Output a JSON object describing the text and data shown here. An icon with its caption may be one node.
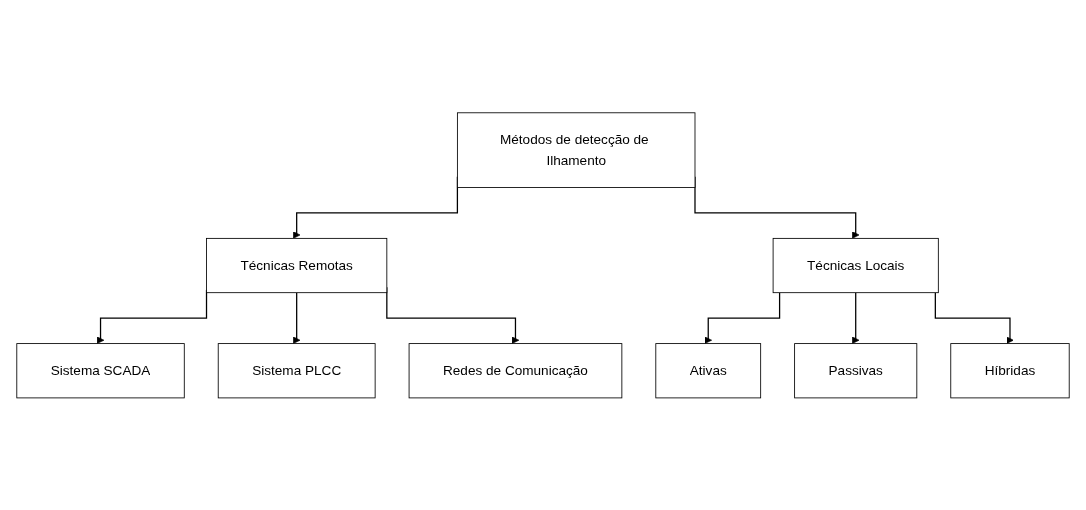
{
  "diagram": {
    "nodes": [
      {
        "text": [
          "Métodos de detecção de Ilhamento"
        ]
      },
      {
        "text": [
          "Técnicas Remotas"
        ]
      },
      {
        "text": [
          "Técnicas Locais"
        ]
      },
      {
        "text": [
          "Sistema SCADA"
        ]
      },
      {
        "text": [
          "Sistema PLCC"
        ]
      },
      {
        "text": [
          "Redes de Comunicação"
        ]
      },
      {
        "text": [
          "Ativas"
        ]
      },
      {
        "text": [
          "Passivas"
        ]
      },
      {
        "text": [
          "Híbridas"
        ]
      }
    ],
    "edges": [
      {
        "from": 0,
        "to": 1,
        "arrow": "to"
      },
      {
        "from": 0,
        "to": 2,
        "arrow": "to"
      },
      {
        "from": 1,
        "to": 3,
        "arrow": "to"
      },
      {
        "from": 1,
        "to": 4,
        "arrow": "to"
      },
      {
        "from": 1,
        "to": 5,
        "arrow": "to"
      },
      {
        "from": 2,
        "to": 6,
        "arrow": "to"
      },
      {
        "from": 2,
        "to": 7,
        "arrow": "to"
      },
      {
        "from": 2,
        "to": 8,
        "arrow": "to"
      }
    ]
  }
}
